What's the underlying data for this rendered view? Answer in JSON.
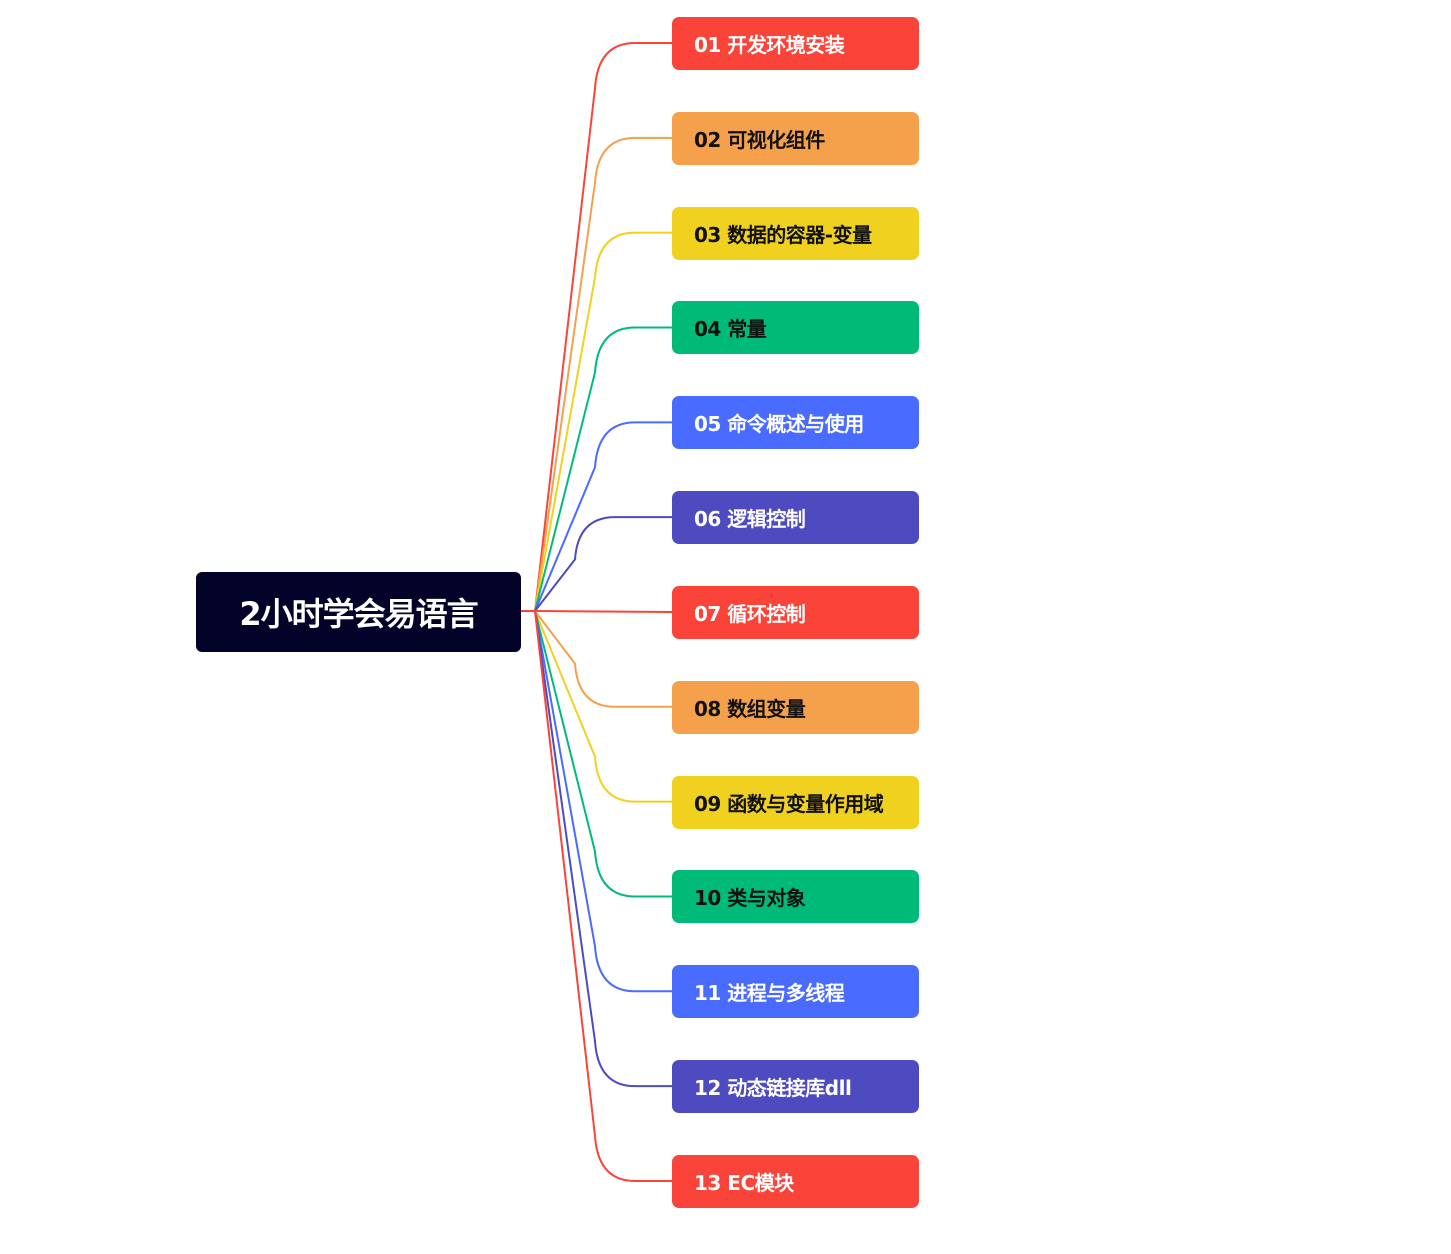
{
  "root": {
    "title": "2小时学会易语言",
    "color": "#03032a"
  },
  "nodes": [
    {
      "label": "01 开发环境安装",
      "color": "#fa443a",
      "text": "#ffffff"
    },
    {
      "label": "02 可视化组件",
      "color": "#f5a04b",
      "text": "#111111"
    },
    {
      "label": "03 数据的容器-变量",
      "color": "#f0d120",
      "text": "#111111"
    },
    {
      "label": "04 常量",
      "color": "#00bb77",
      "text": "#111111"
    },
    {
      "label": "05 命令概述与使用",
      "color": "#4a6bff",
      "text": "#ffffff"
    },
    {
      "label": "06 逻辑控制",
      "color": "#4e4bc0",
      "text": "#ffffff"
    },
    {
      "label": "07 循环控制",
      "color": "#fa443a",
      "text": "#ffffff"
    },
    {
      "label": "08 数组变量",
      "color": "#f5a04b",
      "text": "#111111"
    },
    {
      "label": "09 函数与变量作用域",
      "color": "#f0d120",
      "text": "#111111"
    },
    {
      "label": "10 类与对象",
      "color": "#00bb77",
      "text": "#111111"
    },
    {
      "label": "11 进程与多线程",
      "color": "#4a6bff",
      "text": "#ffffff"
    },
    {
      "label": "12 动态链接库dll",
      "color": "#4e4bc0",
      "text": "#ffffff"
    },
    {
      "label": "13 EC模块",
      "color": "#fa443a",
      "text": "#ffffff"
    }
  ]
}
